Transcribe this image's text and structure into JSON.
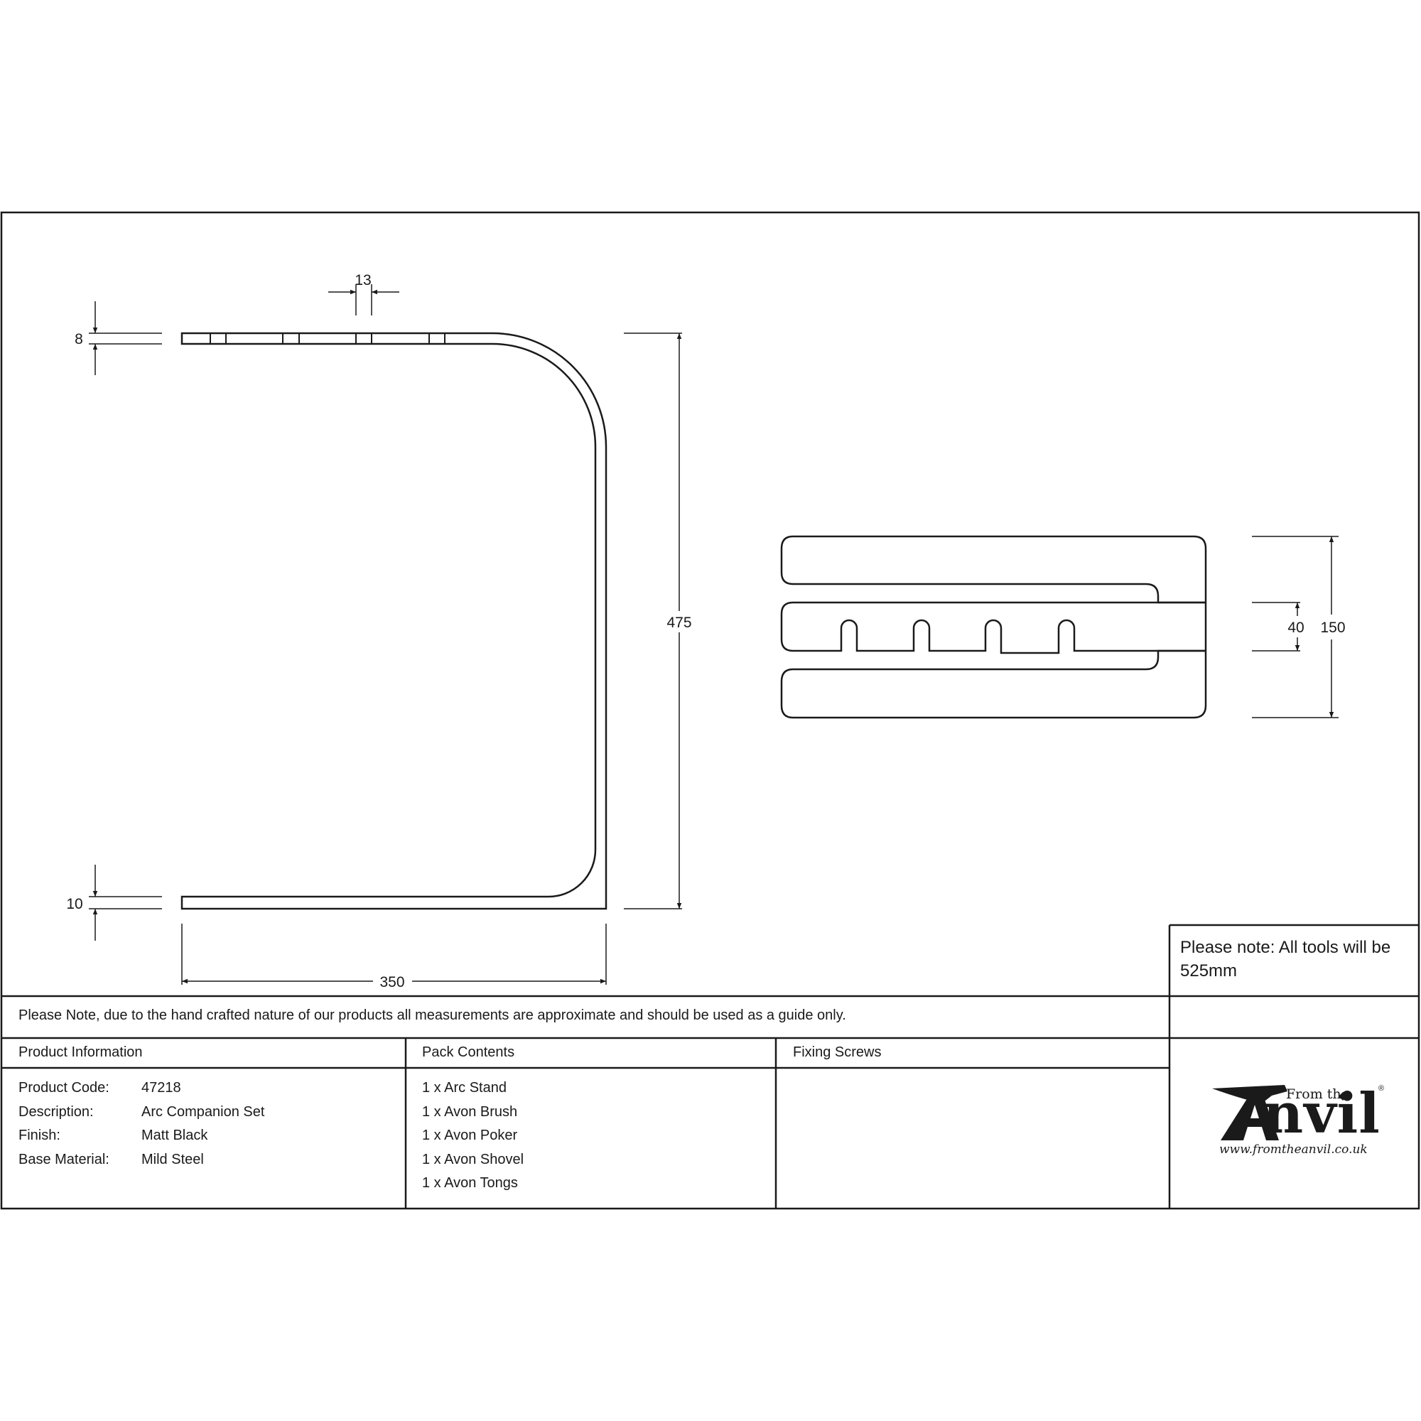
{
  "dimensions": {
    "slot_width": "13",
    "top_thickness": "8",
    "bottom_thickness": "10",
    "height": "475",
    "width": "350",
    "inner_depth": "40",
    "base_depth": "150"
  },
  "note_box": {
    "text": "Please note: All tools will be 525mm"
  },
  "disclaimer": "Please Note, due to the hand crafted nature of our products all measurements are approximate and should be used as a guide only.",
  "product_info": {
    "heading": "Product Information",
    "rows": [
      {
        "label": "Product Code:",
        "value": "47218"
      },
      {
        "label": "Description:",
        "value": "Arc Companion Set"
      },
      {
        "label": "Finish:",
        "value": "Matt Black"
      },
      {
        "label": "Base Material:",
        "value": "Mild Steel"
      }
    ]
  },
  "pack_contents": {
    "heading": "Pack Contents",
    "items": [
      "1 x Arc Stand",
      "1 x Avon Brush",
      "1 x Avon Poker",
      "1 x Avon Shovel",
      "1 x Avon Tongs"
    ]
  },
  "fixing_screws": {
    "heading": "Fixing Screws"
  },
  "logo": {
    "from_the": "From the",
    "brand": "Anvil",
    "registered": "®",
    "url": "www.fromtheanvil.co.uk"
  }
}
